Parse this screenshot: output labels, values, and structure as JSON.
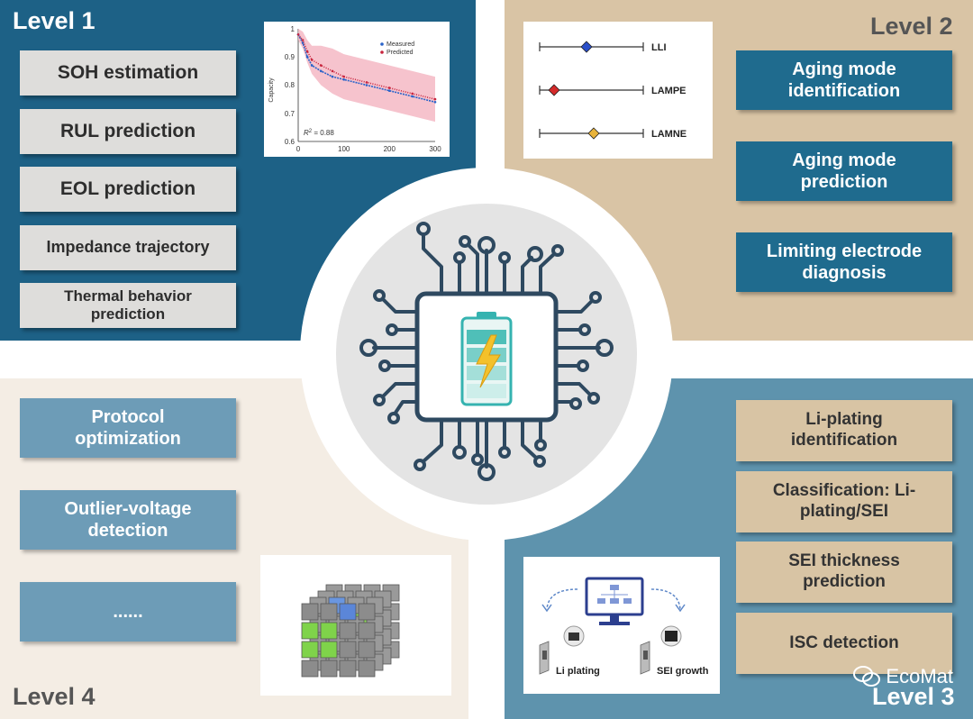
{
  "level1": {
    "label": "Level 1",
    "items": [
      "SOH estimation",
      "RUL prediction",
      "EOL prediction",
      "Impedance trajectory",
      "Thermal behavior prediction"
    ]
  },
  "level2": {
    "label": "Level 2",
    "items": [
      "Aging mode identification",
      "Aging mode prediction",
      "Limiting electrode diagnosis"
    ],
    "modes": [
      {
        "name": "LLI",
        "color": "#2a4fc9"
      },
      {
        "name": "LAMPE",
        "color": "#d42a2a"
      },
      {
        "name": "LAMNE",
        "color": "#e8b33a"
      }
    ]
  },
  "level3": {
    "label": "Level 3",
    "items": [
      "Li-plating identification",
      "Classification: Li-plating/SEI",
      "SEI thickness prediction",
      "ISC detection"
    ],
    "panel": {
      "left_label": "Li plating",
      "right_label": "SEI growth"
    }
  },
  "level4": {
    "label": "Level 4",
    "items": [
      "Protocol optimization",
      "Outlier-voltage detection",
      "......"
    ]
  },
  "chart": {
    "ylabel": "Capacity",
    "yticks": [
      "0.6",
      "0.7",
      "0.8",
      "0.9",
      "1"
    ],
    "xticks": [
      "0",
      "100",
      "200",
      "300"
    ],
    "legend_measured": "Measured",
    "legend_predicted": "Predicted",
    "r2_label": "R",
    "r2_value": " = 0.88"
  },
  "chart_data": {
    "type": "line",
    "ylabel": "Capacity",
    "xlim": [
      0,
      300
    ],
    "ylim": [
      0.6,
      1.0
    ],
    "series": [
      {
        "name": "Measured",
        "color": "#2a63c9",
        "x": [
          0,
          10,
          20,
          30,
          50,
          75,
          100,
          150,
          200,
          250,
          300
        ],
        "values": [
          0.98,
          0.95,
          0.9,
          0.87,
          0.85,
          0.83,
          0.82,
          0.8,
          0.78,
          0.76,
          0.74
        ]
      },
      {
        "name": "Predicted",
        "color": "#c8243d",
        "x": [
          0,
          10,
          20,
          30,
          50,
          75,
          100,
          150,
          200,
          250,
          300
        ],
        "values": [
          0.98,
          0.96,
          0.92,
          0.89,
          0.87,
          0.85,
          0.83,
          0.81,
          0.79,
          0.77,
          0.75
        ]
      }
    ]
  },
  "watermark": "EcoMat"
}
